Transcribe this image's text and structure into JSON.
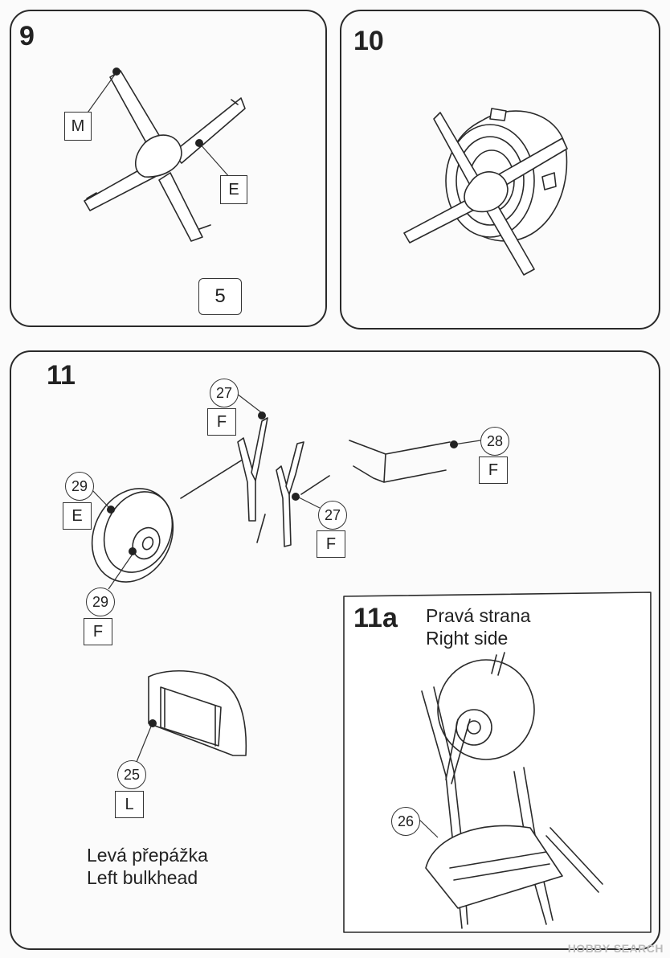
{
  "steps": [
    {
      "number": "9"
    },
    {
      "number": "10"
    },
    {
      "number": "11"
    },
    {
      "number": "11a"
    }
  ],
  "step9": {
    "m_label": "M",
    "e_label": "E",
    "page_number": "5"
  },
  "step11": {
    "part_27_top": "27",
    "sprue_27_top": "F",
    "part_28": "28",
    "sprue_28": "F",
    "part_27_bottom": "27",
    "sprue_27_bottom": "F",
    "part_29_top": "29",
    "sprue_29_top": "E",
    "part_29_bottom": "29",
    "sprue_29_bottom": "F",
    "part_25": "25",
    "sprue_25": "L",
    "bulkhead_cz": "Levá přepážka",
    "bulkhead_en": "Left bulkhead"
  },
  "step11a": {
    "side_cz": "Pravá strana",
    "side_en": "Right side",
    "part_26": "26"
  },
  "watermark": "HOBBY SEARCH"
}
